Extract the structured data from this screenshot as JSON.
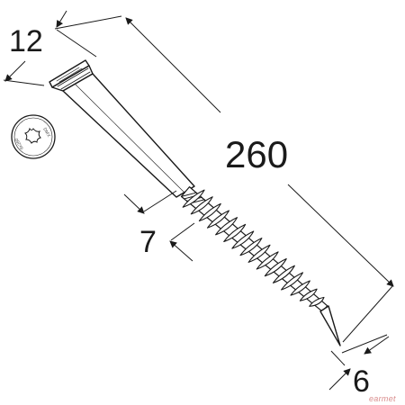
{
  "diagram": {
    "dimensions": {
      "head_diameter": "12",
      "length": "260",
      "shank_diameter": "7",
      "thread_diameter": "6"
    },
    "head_stamp": {
      "line_1": "DMX",
      "line_2": "6x260"
    },
    "watermark": "earmet",
    "colors": {
      "line": "#1a1a1a",
      "watermark": "#d98c8c"
    },
    "icons": [
      "screw-icon",
      "torx-recess-icon",
      "arrow-icon"
    ]
  }
}
